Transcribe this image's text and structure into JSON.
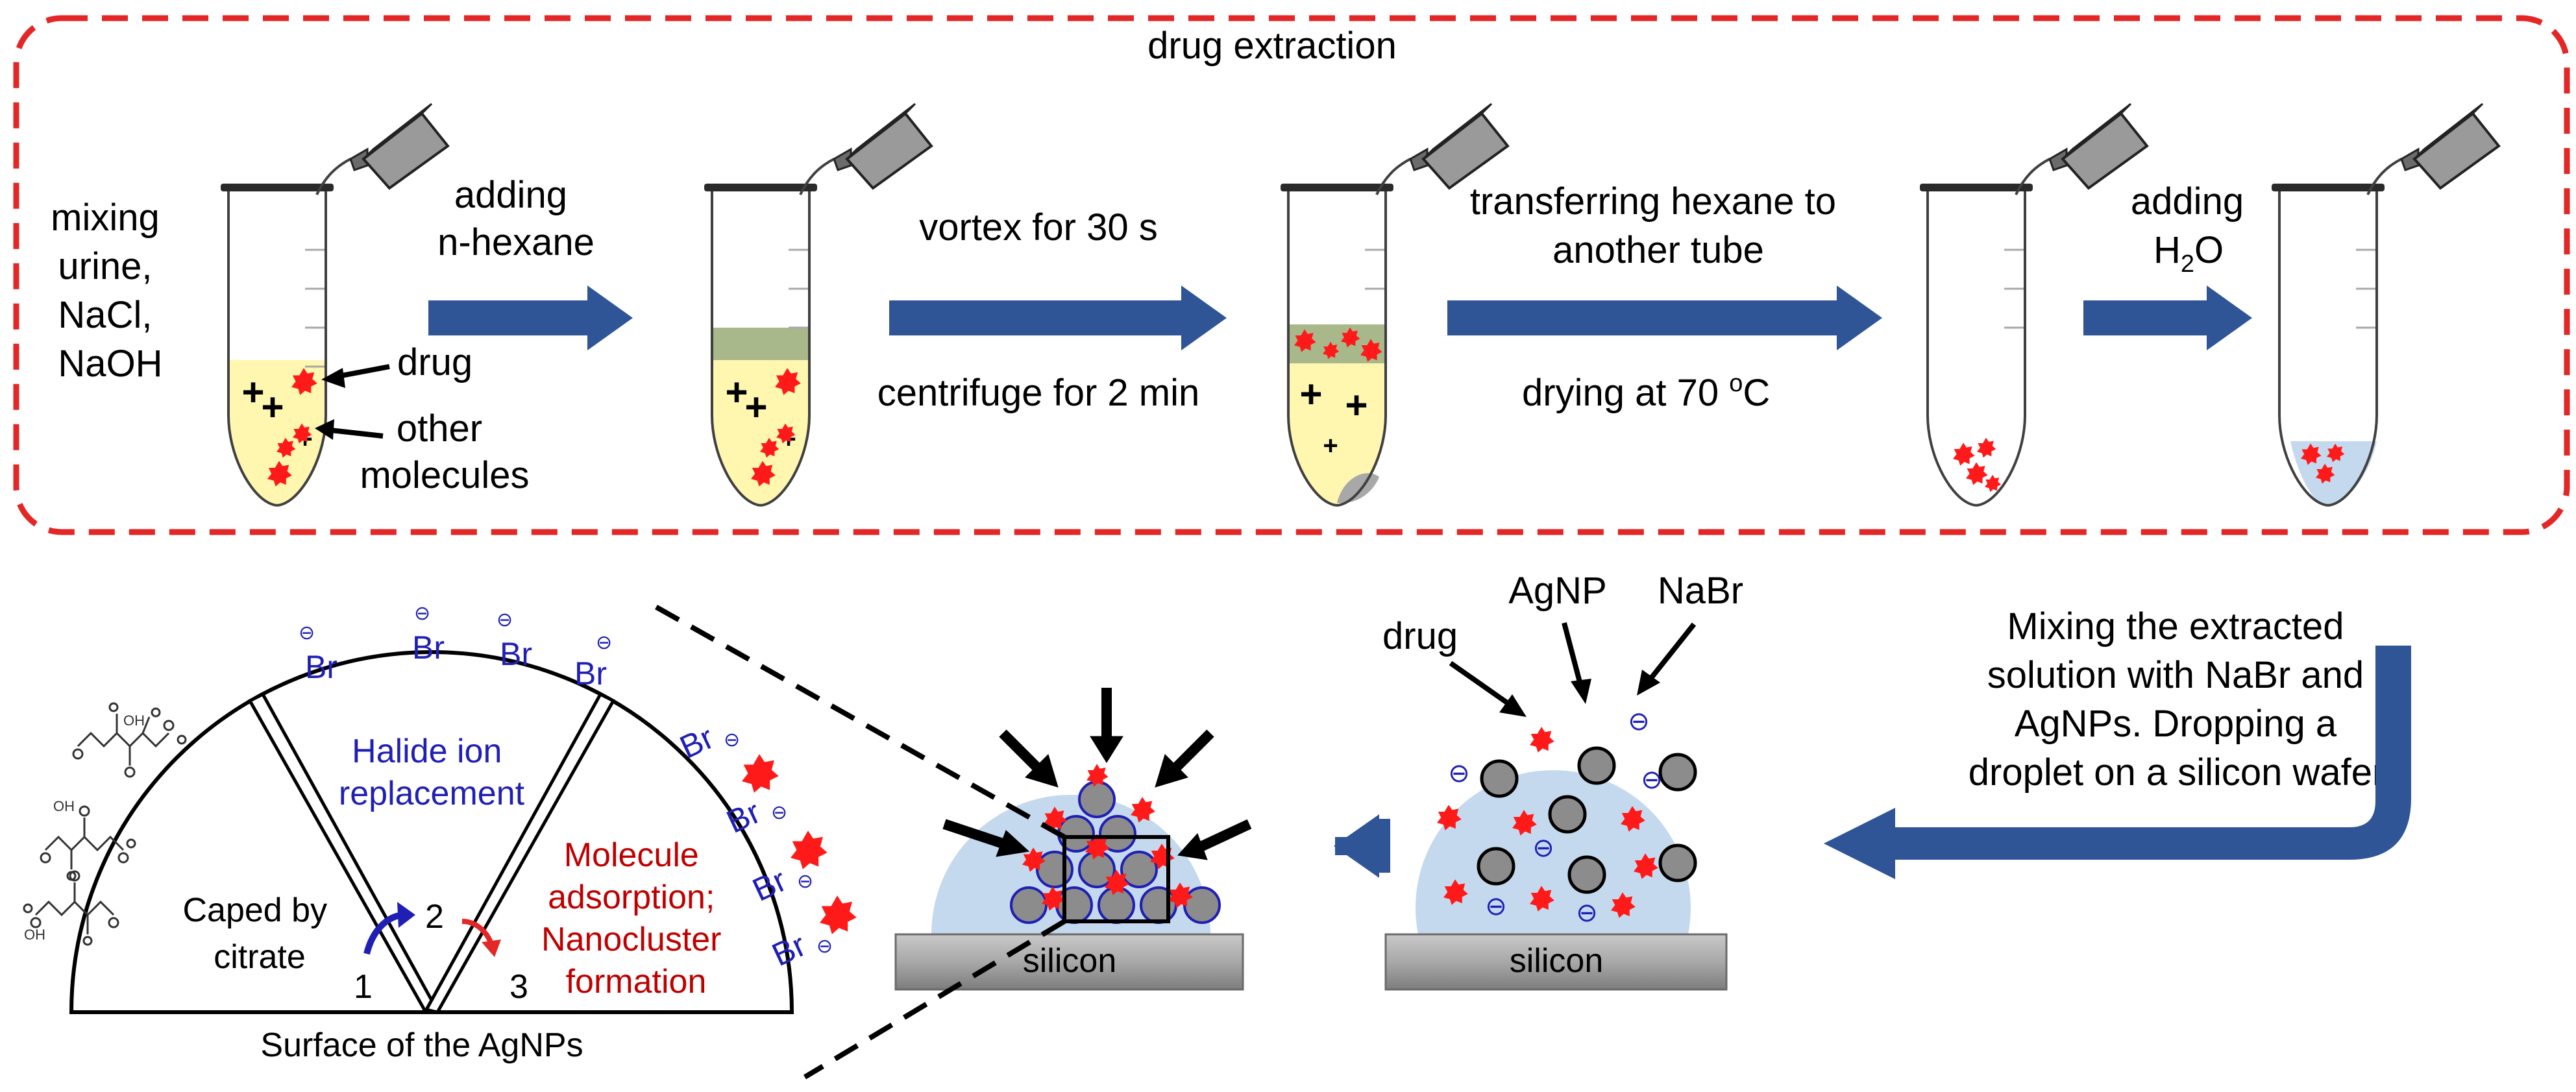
{
  "extraction": {
    "title": "drug extraction",
    "start_label": [
      "mixing",
      "urine,",
      "NaCl,",
      "NaOH"
    ],
    "drug_label": "drug",
    "other_label": [
      "other",
      "molecules"
    ],
    "step1": [
      "adding",
      "n-hexane"
    ],
    "step2_top": "vortex for 30 s",
    "step2_bottom": "centrifuge for 2 min",
    "step3_top": [
      "transferring hexane to",
      "another tube"
    ],
    "step3_bottom_text": "drying at 70 ",
    "step3_bottom_sup": "o",
    "step3_bottom_unit": "C",
    "step4_top": "adding",
    "step4_h": "H",
    "step4_sub": "2",
    "step4_o": "O"
  },
  "droplet": {
    "drug_label": "drug",
    "agnp_label": "AgNP",
    "nabr_label": "NaBr",
    "mixing_text": [
      "Mixing the extracted",
      "solution with NaBr and",
      "AgNPs. Dropping a",
      "droplet on a silicon wafer."
    ],
    "silicon_label": "silicon",
    "minus_symbol": "⊖"
  },
  "surface": {
    "br_label": "Br",
    "minus_symbol": "⊖",
    "halide_label": [
      "Halide ion",
      "replacement"
    ],
    "adsorption_label": [
      "Molecule",
      "adsorption;",
      "Nanocluster",
      "formation"
    ],
    "caped_label": [
      "Caped by",
      "citrate"
    ],
    "n1": "1",
    "n2": "2",
    "n3": "3",
    "surface_label": "Surface of the AgNPs",
    "oh_label": "OH"
  },
  "colors": {
    "dashed_border": "#e32626",
    "arrow_blue": "#2f5597",
    "star_red": "#ff1a1a",
    "urine_yellow": "#fff7b0",
    "hexane_green": "#a8b88a",
    "droplet_blue": "#c4d9ee",
    "text_blue": "#1f1fb4",
    "text_red": "#c00000",
    "silicon_gray": "#a6a6a6",
    "agnp_gray": "#8c8c8c"
  }
}
